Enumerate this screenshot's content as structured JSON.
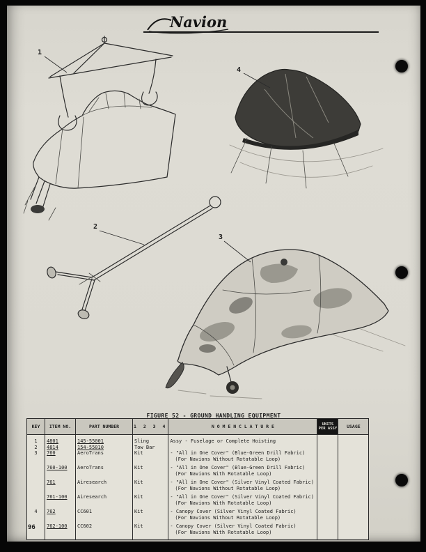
{
  "page": {
    "logo_text": "Navion",
    "figure_caption": "FIGURE 52 - GROUND HANDLING EQUIPMENT",
    "page_number": "96"
  },
  "callouts": {
    "sling": "1",
    "towbar": "2",
    "cover": "3",
    "canopy_cover": "4"
  },
  "table": {
    "headers": {
      "key": "KEY",
      "item_no": "ITEM NO.",
      "part_number": "PART NUMBER",
      "digits": "1 2 3 4",
      "nomenclature": "N O M E N C L A T U R E",
      "units_line1": "UNITS",
      "units_line2": "PER ASSY",
      "usage": "USAGE"
    },
    "rows": [
      {
        "key": "1",
        "item": "4801",
        "part": "145-55001",
        "fig": "Sling",
        "nom1": "Assy - Fuselage or Complete Hoisting",
        "nom2": ""
      },
      {
        "key": "2",
        "item": "4814",
        "part": "154-55010",
        "fig": "Tow Bar",
        "nom1": "",
        "nom2": ""
      },
      {
        "key": "3",
        "item": "760",
        "part": "AeroTrans",
        "fig": "Kit",
        "nom1": "- \"All in One Cover\" (Blue-Green Drill Fabric)",
        "nom2": "(For Navions Without Rotatable Loop)"
      },
      {
        "key": "",
        "item": "760-100",
        "part": "AeroTrans",
        "fig": "Kit",
        "nom1": "- \"All in One Cover\" (Blue-Green Drill Fabric)",
        "nom2": "(For Navions With Rotatable Loop)"
      },
      {
        "key": "",
        "item": "761",
        "part": "Airesearch",
        "fig": "Kit",
        "nom1": "- \"All in One Cover\" (Silver Vinyl Coated Fabric)",
        "nom2": "(For Navions Without Rotatable Loop)"
      },
      {
        "key": "",
        "item": "761-100",
        "part": "Airesearch",
        "fig": "Kit",
        "nom1": "- \"All in One Cover\" (Silver Vinyl Coated Fabric)",
        "nom2": "(For Navions With Rotatable Loop)"
      },
      {
        "key": "4",
        "item": "762",
        "part": "CC601",
        "fig": "Kit",
        "nom1": "- Canopy Cover (Silver Vinyl Coated Fabric)",
        "nom2": "(For Navions Without Rotatable Loop)"
      },
      {
        "key": "",
        "item": "762-100",
        "part": "CC602",
        "fig": "Kit",
        "nom1": "- Canopy Cover (Silver Vinyl Coated Fabric)",
        "nom2": "(For Navions With Rotatable Loop)"
      }
    ]
  }
}
